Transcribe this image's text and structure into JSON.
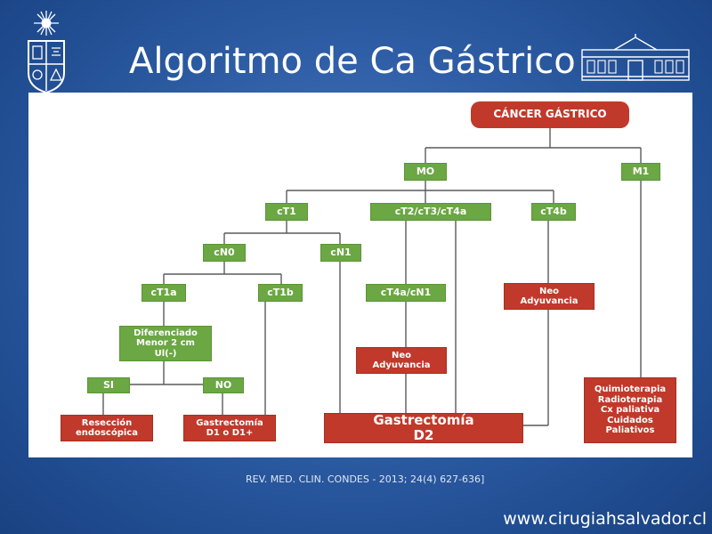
{
  "slide": {
    "title": "Algoritmo de Ca Gástrico",
    "citation": "REV. MED. CLIN. CONDES - 2013; 24(4) 627-636]",
    "website": "www.cirugiahsalvador.cl"
  },
  "colors": {
    "green_node": "#6ba742",
    "red_node": "#c0392b",
    "connector": "#5a5a5a",
    "background": "#2f5ea6"
  },
  "icons": {
    "left_logo": "university-seal-icon",
    "right_logo": "hospital-building-icon"
  },
  "flowchart": {
    "cancer_gastrico": "CÁNCER GÁSTRICO",
    "m0": "MO",
    "m1": "M1",
    "ct1": "cT1",
    "ct2_ct3_ct4a": "cT2/cT3/cT4a",
    "ct4b": "cT4b",
    "cn0": "cN0",
    "cn1": "cN1",
    "ct1a": "cT1a",
    "ct1b": "cT1b",
    "ct4a_cn1": "cT4a/cN1",
    "neo_adyuvancia_right": [
      "Neo",
      "Adyuvancia"
    ],
    "neo_adyuvancia_center": [
      "Neo",
      "Adyuvancia"
    ],
    "diferenciado": [
      "Diferenciado",
      "Menor 2 cm",
      "Ul(-)"
    ],
    "si": "SI",
    "no": "NO",
    "reseccion": [
      "Resección",
      "endoscópica"
    ],
    "gastrectomia_d1": [
      "Gastrectomía",
      "D1 o D1+"
    ],
    "gastrectomia_d2": [
      "Gastrectomía",
      "D2"
    ],
    "m1_treatments": [
      "Quimioterapia",
      "Radioterapia",
      "Cx paliativa",
      "Cuidados",
      "Paliativos"
    ]
  }
}
